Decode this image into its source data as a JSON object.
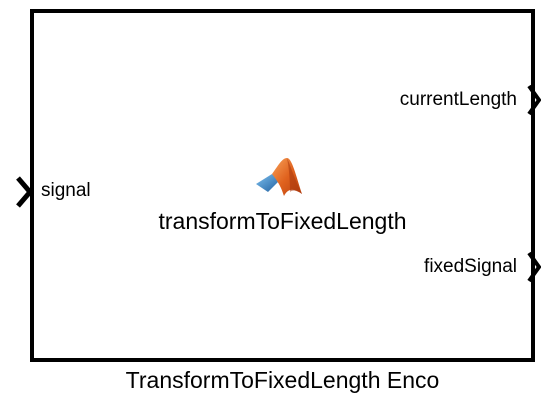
{
  "block": {
    "function_name": "transformToFixedLength",
    "caption": "TransformToFixedLength Enco",
    "icon": "matlab-logo-icon"
  },
  "ports": {
    "inputs": [
      {
        "label": "signal"
      }
    ],
    "outputs": [
      {
        "label": "currentLength"
      },
      {
        "label": "fixedSignal"
      }
    ]
  },
  "colors": {
    "border": "#000000",
    "background": "#ffffff",
    "logo_orange": "#e0621e",
    "logo_blue": "#2f7bbf"
  }
}
